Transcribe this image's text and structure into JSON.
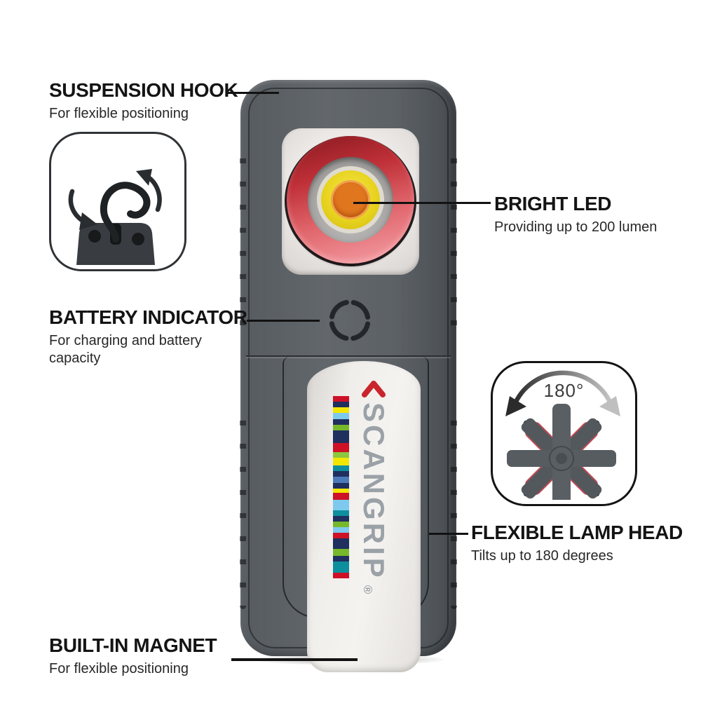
{
  "callouts": {
    "suspension_hook": {
      "title": "SUSPENSION HOOK",
      "subtitle": "For flexible positioning"
    },
    "bright_led": {
      "title": "BRIGHT LED",
      "subtitle": "Providing up to 200 lumen"
    },
    "battery_indicator": {
      "title": "BATTERY INDICATOR",
      "subtitle": "For charging and battery capacity"
    },
    "flexible_lamp_head": {
      "title": "FLEXIBLE LAMP HEAD",
      "subtitle": "Tilts up to 180 degrees"
    },
    "built_in_magnet": {
      "title": "BUILT-IN MAGNET",
      "subtitle": "For flexible positioning"
    }
  },
  "rotation_badge": {
    "label": "180°"
  },
  "brand": {
    "name": "SCANGRIP",
    "registered": "®"
  },
  "colors": {
    "body_gray": "#5a5f64",
    "brand_red": "#c9252c",
    "logo_text_gray": "#9aa1a7",
    "led_ring_red": "#c03038",
    "led_yellow": "#e8d31f",
    "led_orange": "#e0761e",
    "callout_text": "#141414"
  },
  "logo_stripes": [
    [
      "#ce1126",
      1
    ],
    [
      "#1f2f5e",
      1
    ],
    [
      "#f3e600",
      1
    ],
    [
      "#7ec9ee",
      1
    ],
    [
      "#1f2f5e",
      1
    ],
    [
      "#76b82a",
      1
    ],
    [
      "#1f2f5e",
      2.2
    ],
    [
      "#ce1126",
      1.6
    ],
    [
      "#8dc63f",
      1
    ],
    [
      "#f3e600",
      1.4
    ],
    [
      "#0e8f9e",
      1
    ],
    [
      "#1f2f5e",
      1
    ],
    [
      "#4b7ab8",
      1
    ],
    [
      "#1f2f5e",
      1
    ],
    [
      "#f3e600",
      0.8
    ],
    [
      "#ce1126",
      1.2
    ],
    [
      "#7ec9ee",
      1.8
    ],
    [
      "#0e8f9e",
      1
    ],
    [
      "#1f2f5e",
      1
    ],
    [
      "#76b82a",
      1
    ],
    [
      "#7ec9ee",
      1
    ],
    [
      "#ce1126",
      1
    ],
    [
      "#1f2f5e",
      1.8
    ],
    [
      "#76b82a",
      1.2
    ],
    [
      "#1f2f5e",
      1
    ],
    [
      "#0e8f9e",
      2
    ],
    [
      "#ce1126",
      1
    ]
  ]
}
